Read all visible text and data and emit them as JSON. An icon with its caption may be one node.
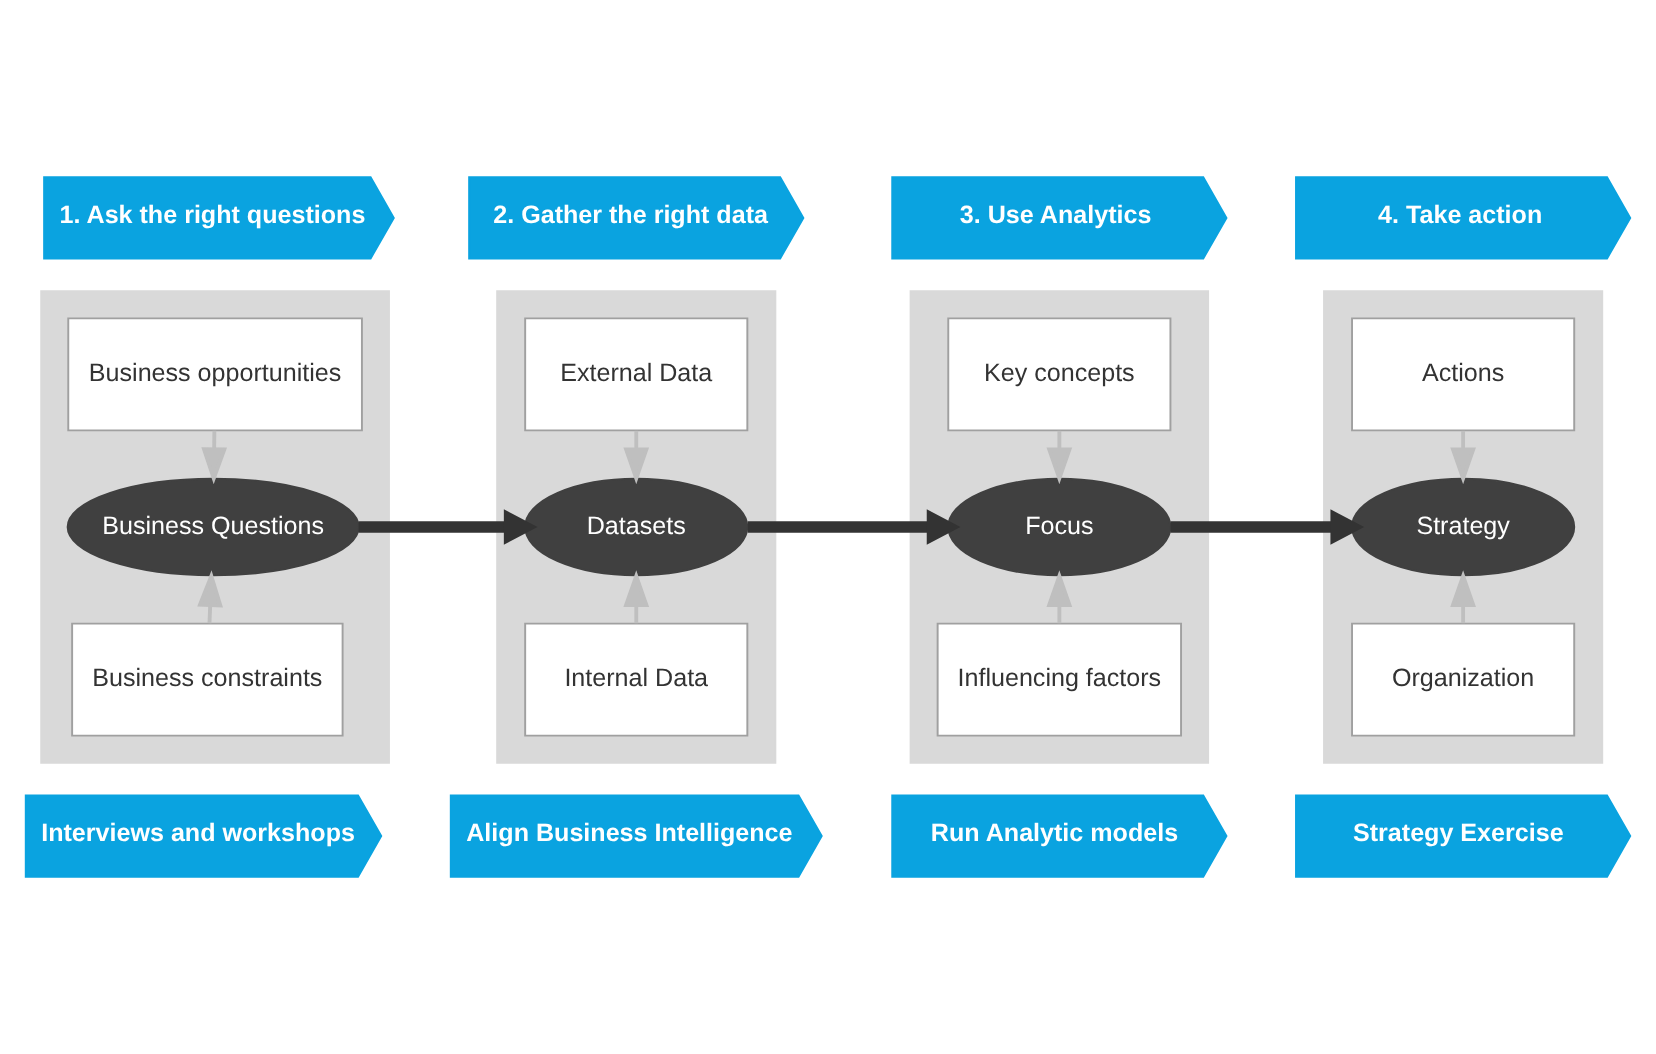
{
  "diagram": {
    "nodes": [
      {
        "text": [
          "1. Ask the right questions"
        ]
      },
      {
        "text": [
          "2. Gather the right data"
        ]
      },
      {
        "text": [
          "3. Use Analytics"
        ]
      },
      {
        "text": [
          "4. Take action"
        ]
      },
      {
        "text": [],
        "shape": "box"
      },
      {
        "text": [
          "Business opportunities"
        ],
        "in": 4
      },
      {
        "text": [
          "Business Questions"
        ],
        "in": 4
      },
      {
        "text": [
          "Business constraints"
        ],
        "in": 4
      },
      {
        "text": [],
        "shape": "box"
      },
      {
        "text": [
          "External Data"
        ],
        "in": 8
      },
      {
        "text": [
          "Datasets"
        ],
        "in": 8
      },
      {
        "text": [
          "Internal Data"
        ],
        "in": 8
      },
      {
        "text": [],
        "shape": "box"
      },
      {
        "text": [
          "Key concepts"
        ],
        "in": 12
      },
      {
        "text": [
          "Focus"
        ],
        "in": 12
      },
      {
        "text": [
          "Influencing factors"
        ],
        "in": 12
      },
      {
        "text": [],
        "shape": "box"
      },
      {
        "text": [
          "Actions"
        ],
        "in": 16
      },
      {
        "text": [
          "Strategy"
        ],
        "in": 16
      },
      {
        "text": [
          "Organization"
        ],
        "in": 16
      },
      {
        "text": [
          "Interviews and workshops"
        ]
      },
      {
        "text": [
          "Align Business Intelligence"
        ]
      },
      {
        "text": [
          "Run Analytic models"
        ]
      },
      {
        "text": [
          "Strategy Exercise"
        ]
      }
    ],
    "edges": [
      {
        "from": 5,
        "to": 6,
        "arrow": "to"
      },
      {
        "from": 7,
        "to": 6,
        "arrow": "to"
      },
      {
        "from": 9,
        "to": 10,
        "arrow": "to"
      },
      {
        "from": 11,
        "to": 10,
        "arrow": "to"
      },
      {
        "from": 13,
        "to": 14,
        "arrow": "to"
      },
      {
        "from": 15,
        "to": 14,
        "arrow": "to"
      },
      {
        "from": 17,
        "to": 18,
        "arrow": "to"
      },
      {
        "from": 19,
        "to": 18,
        "arrow": "to"
      },
      {
        "from": 6,
        "to": 10,
        "arrow": "to",
        "style": "thick",
        "color": "#333333"
      },
      {
        "from": 10,
        "to": 14,
        "arrow": "to",
        "style": "thick",
        "color": "#333333"
      },
      {
        "from": 14,
        "to": 18,
        "arrow": "to",
        "style": "thick",
        "color": "#333333"
      }
    ]
  }
}
